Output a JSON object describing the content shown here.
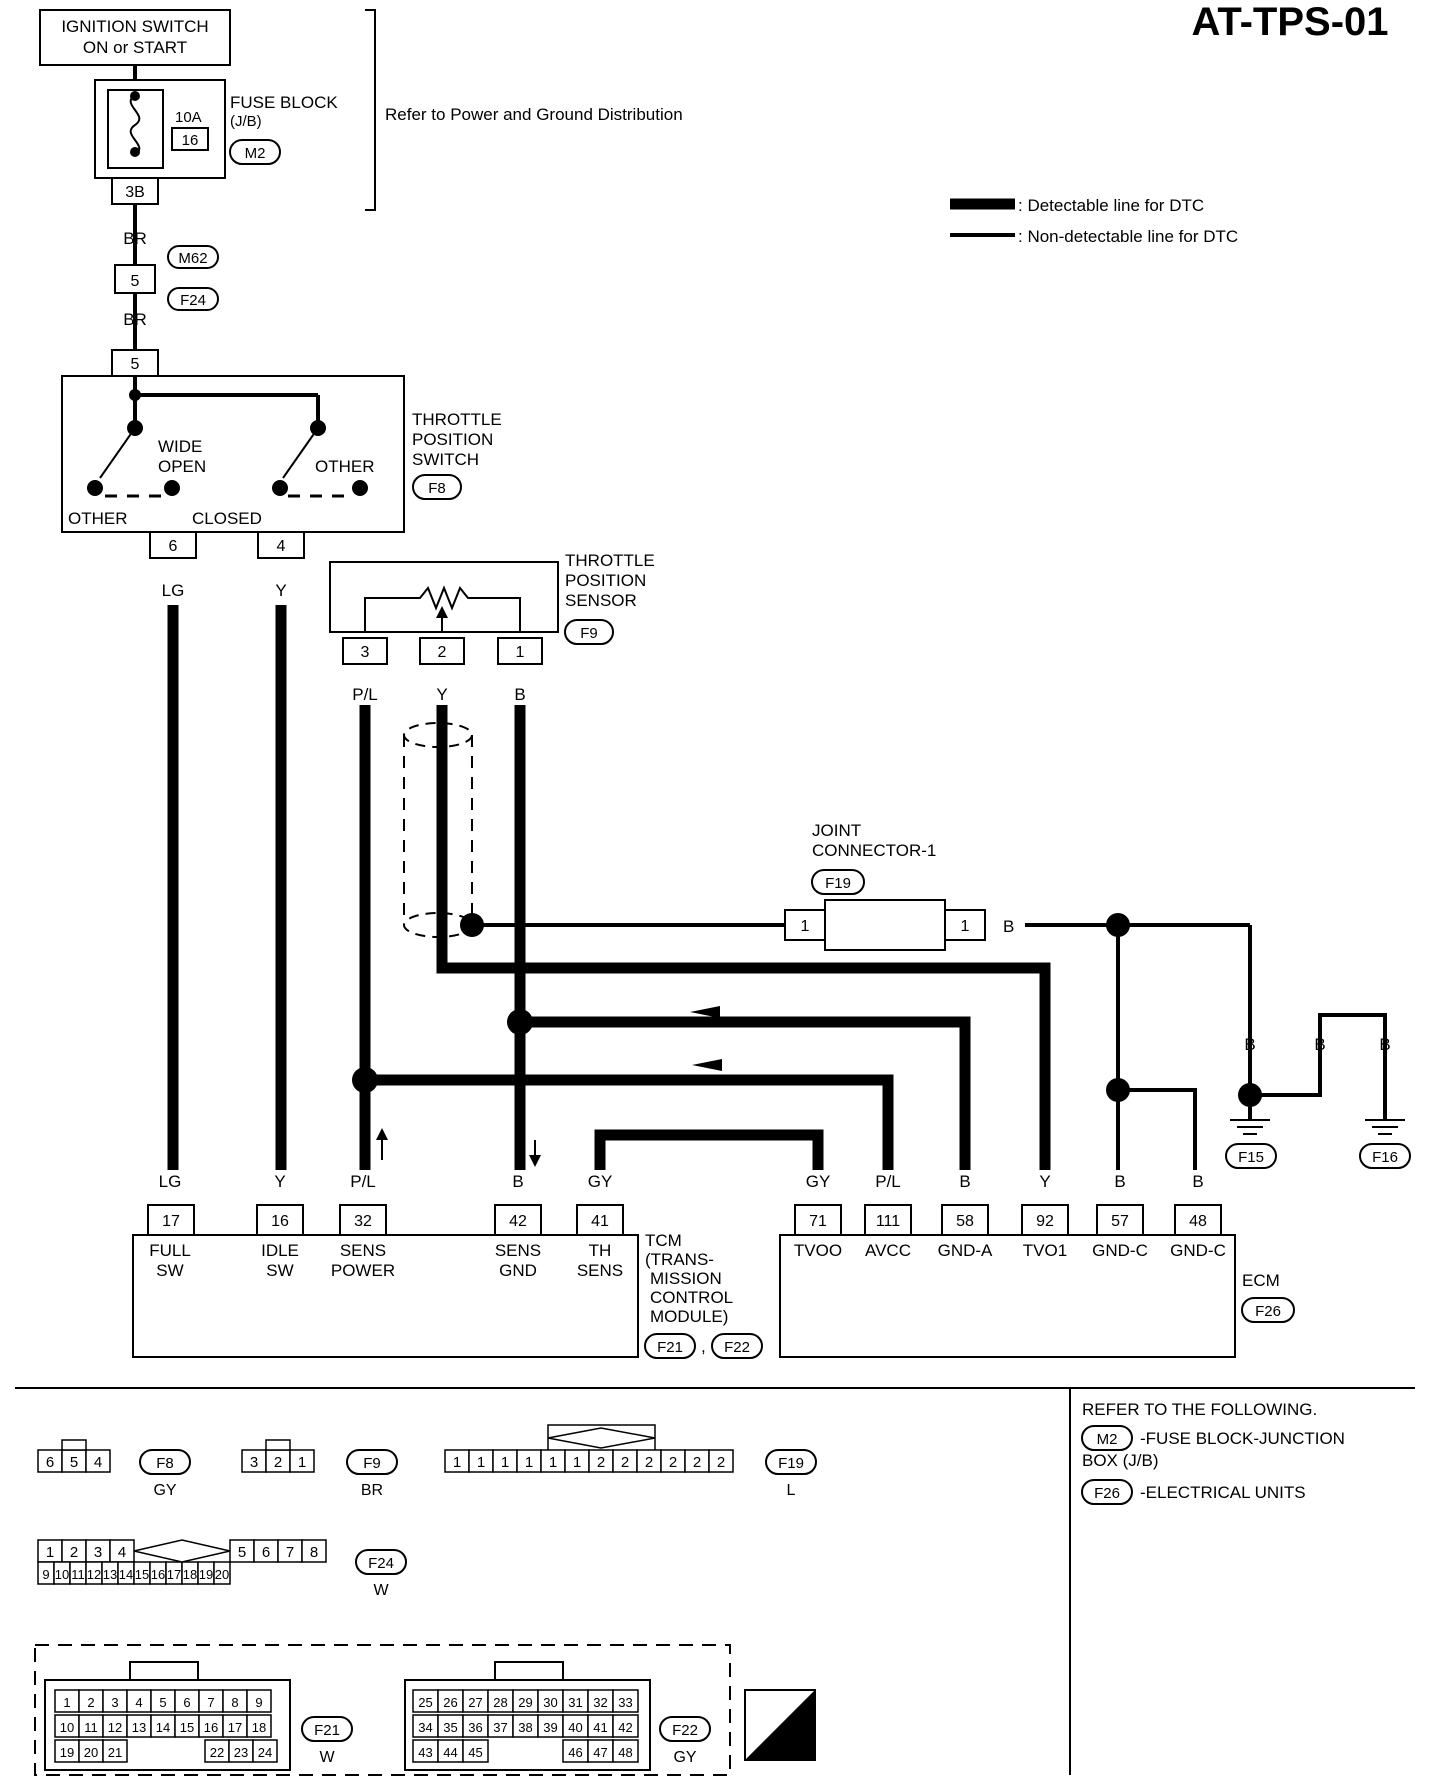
{
  "page_code": "AT-TPS-01",
  "refer_power_ground": "Refer to Power and Ground Distribution",
  "legend": {
    "detectable": ": Detectable line for DTC",
    "non_detectable": ": Non-detectable line for DTC"
  },
  "ignition": {
    "line1": "IGNITION SWITCH",
    "line2": "ON or START"
  },
  "fuse": {
    "amp": "10A",
    "num": "16",
    "label1": "FUSE BLOCK",
    "label2": "(J/B)",
    "conn": "M2",
    "pin": "3B"
  },
  "harness": {
    "wire_color": "BR",
    "pin": "5",
    "conn_top": "M62",
    "conn_bottom": "F24"
  },
  "tp_switch": {
    "label": [
      "THROTTLE",
      "POSITION",
      "SWITCH"
    ],
    "conn": "F8",
    "pin_top": "5",
    "wide_open": [
      "WIDE",
      "OPEN"
    ],
    "other": "OTHER",
    "closed": "CLOSED",
    "pin_left": "6",
    "pin_right": "4"
  },
  "tp_sensor": {
    "label": [
      "THROTTLE",
      "POSITION",
      "SENSOR"
    ],
    "conn": "F9",
    "pins": [
      "3",
      "2",
      "1"
    ],
    "wires": [
      "P/L",
      "Y",
      "B"
    ]
  },
  "joint": {
    "label": [
      "JOINT",
      "CONNECTOR-1"
    ],
    "conn": "F19",
    "pin_left": "1",
    "pin_right": "1",
    "wire": "B"
  },
  "wires": {
    "lg": "LG",
    "y": "Y",
    "pl": "P/L",
    "b": "B",
    "gy": "GY"
  },
  "grounds": [
    "F15",
    "F16"
  ],
  "tcm": {
    "title": [
      "TCM",
      "(TRANS-",
      "MISSION",
      "CONTROL",
      "MODULE)"
    ],
    "conns": [
      "F21",
      "F22"
    ],
    "sep": ",",
    "pins": [
      {
        "num": "17",
        "wire": "LG",
        "name": [
          "FULL",
          "SW"
        ]
      },
      {
        "num": "16",
        "wire": "Y",
        "name": [
          "IDLE",
          "SW"
        ]
      },
      {
        "num": "32",
        "wire": "P/L",
        "name": [
          "SENS",
          "POWER"
        ]
      },
      {
        "num": "42",
        "wire": "B",
        "name": [
          "SENS",
          "GND"
        ]
      },
      {
        "num": "41",
        "wire": "GY",
        "name": [
          "TH",
          "SENS"
        ]
      }
    ]
  },
  "ecm": {
    "title": "ECM",
    "conn": "F26",
    "pins": [
      {
        "num": "71",
        "wire": "GY",
        "name": "TVOO"
      },
      {
        "num": "111",
        "wire": "P/L",
        "name": "AVCC"
      },
      {
        "num": "58",
        "wire": "B",
        "name": "GND-A"
      },
      {
        "num": "92",
        "wire": "Y",
        "name": "TVO1"
      },
      {
        "num": "57",
        "wire": "B",
        "name": "GND-C"
      },
      {
        "num": "48",
        "wire": "B",
        "name": "GND-C"
      }
    ]
  },
  "refer": {
    "title": "REFER TO THE FOLLOWING.",
    "items": [
      {
        "conn": "M2",
        "text": "-FUSE BLOCK-JUNCTION",
        "text2": "BOX (J/B)"
      },
      {
        "conn": "F26",
        "text": "-ELECTRICAL UNITS"
      }
    ]
  },
  "connector_views": {
    "f8": {
      "pins": [
        "6",
        "5",
        "4"
      ],
      "id": "F8",
      "color": "GY"
    },
    "f9": {
      "pins": [
        "3",
        "2",
        "1"
      ],
      "id": "F9",
      "color": "BR"
    },
    "f19": {
      "pins": [
        "1",
        "1",
        "1",
        "1",
        "1",
        "1",
        "2",
        "2",
        "2",
        "2",
        "2",
        "2"
      ],
      "id": "F19",
      "color": "L"
    },
    "f24": {
      "top": [
        "1",
        "2",
        "3",
        "4",
        "5",
        "6",
        "7",
        "8"
      ],
      "bottom": [
        "9",
        "10",
        "11",
        "12",
        "13",
        "14",
        "15",
        "16",
        "17",
        "18",
        "19",
        "20"
      ],
      "id": "F24",
      "color": "W"
    },
    "f21": {
      "rows": [
        [
          "1",
          "2",
          "3",
          "4",
          "5",
          "6",
          "7",
          "8",
          "9"
        ],
        [
          "10",
          "11",
          "12",
          "13",
          "14",
          "15",
          "16",
          "17",
          "18"
        ],
        [
          "19",
          "20",
          "21",
          "22",
          "23",
          "24"
        ]
      ],
      "id": "F21",
      "color": "W"
    },
    "f22": {
      "rows": [
        [
          "25",
          "26",
          "27",
          "28",
          "29",
          "30",
          "31",
          "32",
          "33"
        ],
        [
          "34",
          "35",
          "36",
          "37",
          "38",
          "39",
          "40",
          "41",
          "42"
        ],
        [
          "43",
          "44",
          "45",
          "46",
          "47",
          "48"
        ]
      ],
      "id": "F22",
      "color": "GY"
    },
    "hs": "H.S."
  }
}
